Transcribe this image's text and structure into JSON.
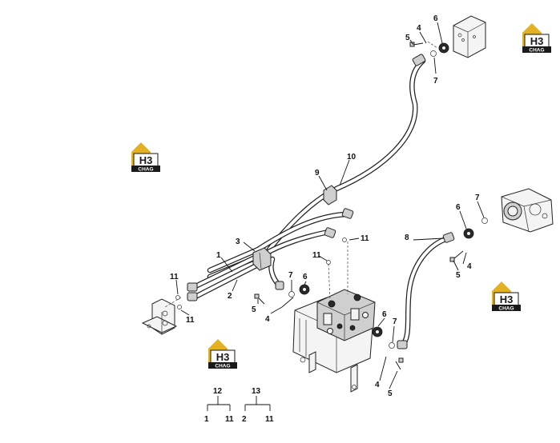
{
  "logo": {
    "mark_text": "H3",
    "brand_text": "CHAG",
    "colors": {
      "roof": "#e2b124",
      "plate": "#1a1a1a",
      "text_dark": "#1a1a1a",
      "text_light": "#ffffff"
    }
  },
  "callouts": [
    "1",
    "2",
    "3",
    "4",
    "5",
    "6",
    "7",
    "8",
    "9",
    "10",
    "11"
  ],
  "kits": [
    {
      "number": "12",
      "members": [
        "1",
        "11"
      ]
    },
    {
      "number": "13",
      "members": [
        "2",
        "11"
      ]
    }
  ],
  "colors": {
    "line": "#111111",
    "background": "#ffffff"
  }
}
